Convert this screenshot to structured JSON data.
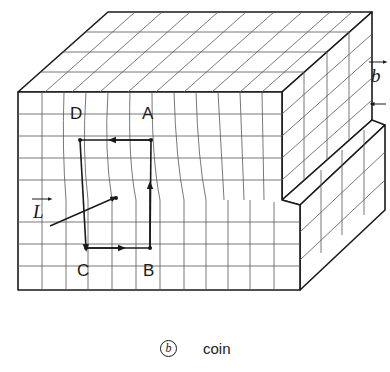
{
  "diagram": {
    "labels": [
      "D",
      "A",
      "C",
      "B",
      "L",
      "b",
      "b",
      "coin"
    ]
  }
}
